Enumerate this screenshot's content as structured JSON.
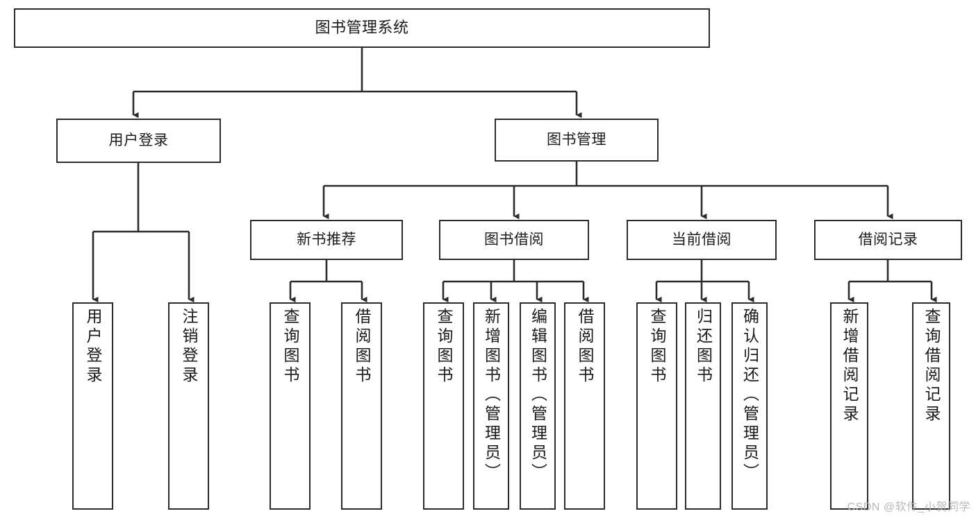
{
  "diagram": {
    "title": "图书管理系统",
    "type": "tree",
    "watermark": "CSDN @软件_小贺同学",
    "colors": {
      "stroke": "#2b2b2b",
      "fill": "#ffffff",
      "text": "#1a1a1a",
      "watermark": "#b9b9b9"
    },
    "levels": {
      "root": "图书管理系统",
      "level2": [
        "用户登录",
        "图书管理"
      ],
      "level3": [
        "新书推荐",
        "图书借阅",
        "当前借阅",
        "借阅记录"
      ]
    }
  },
  "nodes": {
    "root": {
      "label": "图书管理系统"
    },
    "user_login": {
      "label": "用户登录"
    },
    "book_manage": {
      "label": "图书管理"
    },
    "new_book_rec": {
      "label": "新书推荐"
    },
    "book_borrow": {
      "label": "图书借阅"
    },
    "current_borrow": {
      "label": "当前借阅"
    },
    "borrow_record": {
      "label": "借阅记录"
    },
    "leaf_user_login": {
      "label": "用户登录"
    },
    "leaf_logout": {
      "label": "注销登录"
    },
    "leaf_query_book_1": {
      "label": "查询图书"
    },
    "leaf_borrow_book_1": {
      "label": "借阅图书"
    },
    "leaf_query_book_2": {
      "label": "查询图书"
    },
    "leaf_add_book_admin": {
      "label": "新增图书（管理员）"
    },
    "leaf_edit_book_admin": {
      "label": "编辑图书（管理员）"
    },
    "leaf_borrow_book_2": {
      "label": "借阅图书"
    },
    "leaf_query_book_3": {
      "label": "查询图书"
    },
    "leaf_return_book": {
      "label": "归还图书"
    },
    "leaf_confirm_return_admin": {
      "label": "确认归还（管理员）"
    },
    "leaf_add_record": {
      "label": "新增借阅记录"
    },
    "leaf_query_record": {
      "label": "查询借阅记录"
    }
  },
  "tree": {
    "root": "图书管理系统",
    "children": [
      {
        "label": "用户登录",
        "children": [
          {
            "label": "用户登录"
          },
          {
            "label": "注销登录"
          }
        ]
      },
      {
        "label": "图书管理",
        "children": [
          {
            "label": "新书推荐",
            "children": [
              {
                "label": "查询图书"
              },
              {
                "label": "借阅图书"
              }
            ]
          },
          {
            "label": "图书借阅",
            "children": [
              {
                "label": "查询图书"
              },
              {
                "label": "新增图书（管理员）"
              },
              {
                "label": "编辑图书（管理员）"
              },
              {
                "label": "借阅图书"
              }
            ]
          },
          {
            "label": "当前借阅",
            "children": [
              {
                "label": "查询图书"
              },
              {
                "label": "归还图书"
              },
              {
                "label": "确认归还（管理员）"
              }
            ]
          },
          {
            "label": "借阅记录",
            "children": [
              {
                "label": "新增借阅记录"
              },
              {
                "label": "查询借阅记录"
              }
            ]
          }
        ]
      }
    ]
  }
}
